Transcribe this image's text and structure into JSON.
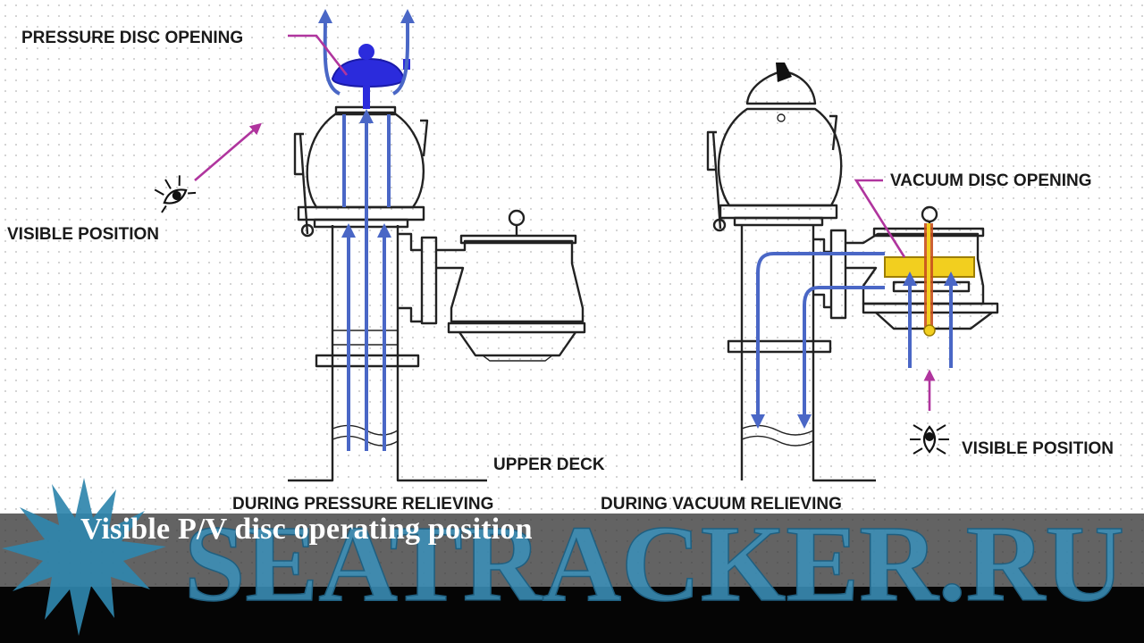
{
  "diagram": {
    "labels": {
      "pressure_disc_opening": "PRESSURE DISC OPENING",
      "visible_position_left": "VISIBLE POSITION",
      "vacuum_disc_opening": "VACUUM DISC OPENING",
      "visible_position_right": "VISIBLE POSITION",
      "upper_deck": "UPPER DECK",
      "during_pressure_relieving": "DURING PRESSURE RELIEVING",
      "during_vacuum_relieving": "DURING VACUUM RELIEVING"
    },
    "colors": {
      "flow_arrows": "#4a67c6",
      "pressure_disc": "#2b2bdc",
      "vacuum_disc": "#f2cf1f",
      "pointer_lines": "#b0359e"
    }
  },
  "caption": "Visible P/V disc operating position",
  "watermark": {
    "text": "SEATRACKER.RU",
    "colors": {
      "star": "#2f86ad",
      "text": "#3b8fb8"
    }
  }
}
